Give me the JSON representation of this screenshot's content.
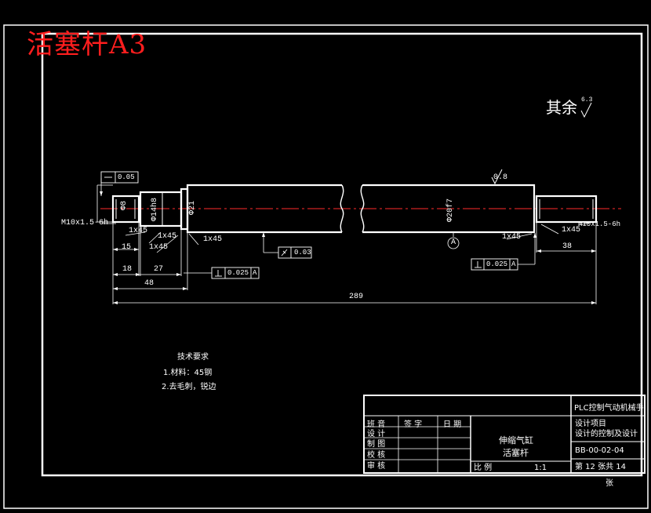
{
  "sheet": {
    "title": "活塞杆A3",
    "surface_rest": "其余",
    "surface_rest_symbol": "6.3"
  },
  "dimensions": {
    "thread_left": "M10x1.5-6h",
    "thread_right": "M10x1.5-6h",
    "diam_left_small": "Φ8",
    "diam_left_mid": "Φ14h8",
    "diam_left_shoulder": "Φ21",
    "diam_main": "Φ20f7",
    "chamfer_1": "1x45",
    "chamfer_2": "1x45",
    "chamfer_3": "1x45",
    "chamfer_4": "1x45",
    "chamfer_5": "1x45",
    "chamfer_6": "1x45",
    "len_15": "15",
    "len_18": "18",
    "len_27": "27",
    "len_48": "48",
    "len_38": "38",
    "len_total": "289",
    "roughness_main": "0.8",
    "datum": "A",
    "tol_flatness": "0.05",
    "tol_runout": "0.03",
    "tol_perp_left": "0.025",
    "tol_perp_left_datum": "A",
    "tol_perp_right": "0.025",
    "tol_perp_right_datum": "A"
  },
  "tech_req": {
    "heading": "技术要求",
    "items": [
      "1.材料：45钢",
      "2.去毛刺，锐边"
    ]
  },
  "title_block": {
    "project": "PLC控制气动机械手",
    "col_sign": "签 字",
    "col_date": "日 期",
    "rows": [
      "班 音",
      "设 计",
      "制 图",
      "校 核",
      "审 核"
    ],
    "part_group": "伸缩气缸",
    "part_name": "活塞杆",
    "scale_label": "比 例",
    "scale_value": "1:1",
    "design_project": "设计项目",
    "design_desc": "设计的控制及设计",
    "drawing_no": "BB-00-02-04",
    "sheet_info": "第 12 张共 14",
    "sheet_unit": "张"
  }
}
